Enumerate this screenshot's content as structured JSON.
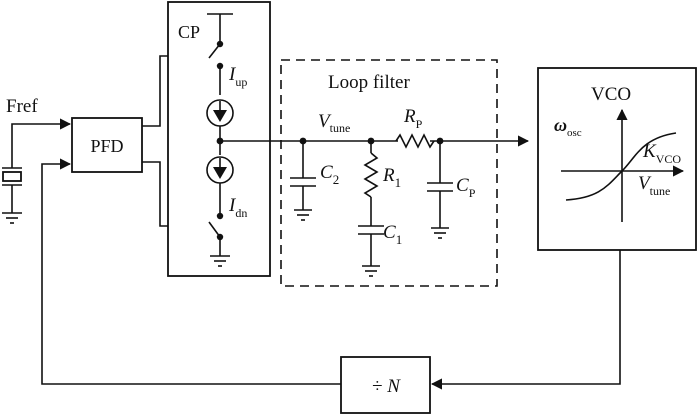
{
  "labels": {
    "fref": "Fref",
    "pfd": "PFD",
    "cp": "CP",
    "i_up": "I",
    "i_up_sub": "up",
    "i_dn": "I",
    "i_dn_sub": "dn",
    "loop_filter": "Loop filter",
    "vtune": "V",
    "vtune_sub": "tune",
    "c2": "C",
    "c2_sub": "2",
    "r1": "R",
    "r1_sub": "1",
    "c1": "C",
    "c1_sub": "1",
    "rp": "R",
    "rp_sub": "P",
    "cp_cap": "C",
    "cp_cap_sub": "P",
    "vco": "VCO",
    "omega": "ω",
    "omega_sub": "osc",
    "kvco": "K",
    "kvco_sub": "VCO",
    "vco_vtune": "V",
    "vco_vtune_sub": "tune",
    "divider": "÷ ",
    "divider_n": "N"
  }
}
